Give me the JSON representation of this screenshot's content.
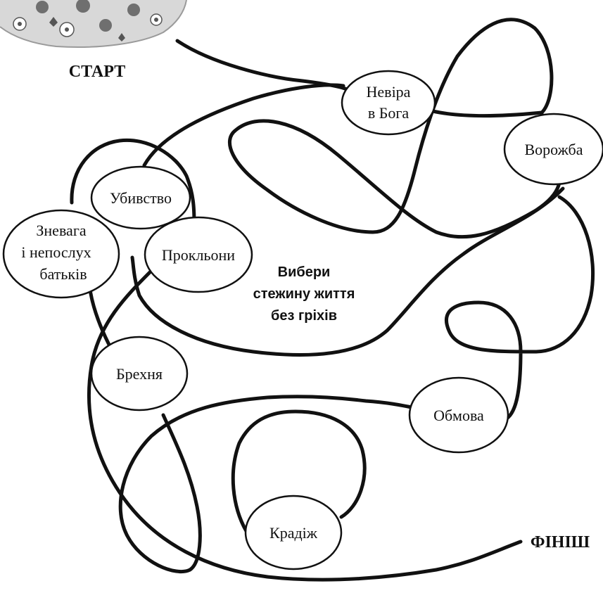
{
  "labels": {
    "start": "СТАРТ",
    "finish": "ФІНІШ",
    "center_line1": "Вибери",
    "center_line2": "стежину життя",
    "center_line3": "без  гріхів"
  },
  "nodes": {
    "nevira": [
      "Невіра",
      "в Бога"
    ],
    "vorozhba": [
      "Ворожба"
    ],
    "ubyvstvo": [
      "Убивство"
    ],
    "znevaga": [
      "Зневага",
      "і непослух",
      "батьків"
    ],
    "prokliony": [
      "Прокльони"
    ],
    "brekhnia": [
      "Брехня"
    ],
    "obmova": [
      "Обмова"
    ],
    "kradizh": [
      "Крадіж"
    ]
  },
  "colors": {
    "line": "#111111",
    "decoration": "#6f6f6f"
  },
  "icons": {
    "decoration": "flower-plate-decoration"
  }
}
